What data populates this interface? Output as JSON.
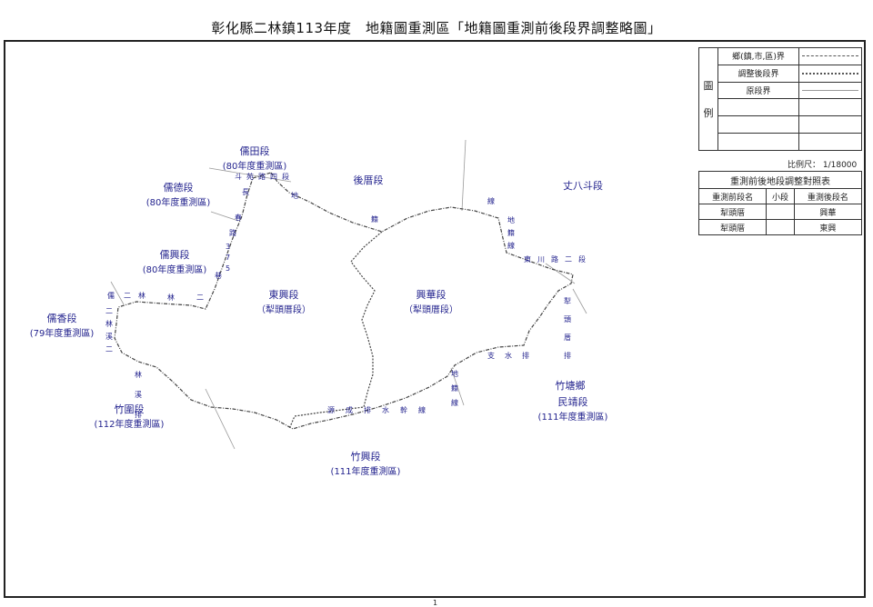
{
  "title": "彰化縣二林鎮113年度　地籍圖重測區「地籍圖重測前後段界調整略圖」",
  "page_number": "1",
  "legend": {
    "heading_top": "圖",
    "heading_bottom": "例",
    "rows": [
      "鄉(鎮,市,區)界",
      "調整後段界",
      "原段界",
      "",
      "",
      ""
    ]
  },
  "scale_text": "比例尺： 1/18000",
  "comparison_table": {
    "title": "重測前後地段調整對照表",
    "headers": [
      "重測前段名",
      "小段",
      "重測後段名"
    ],
    "rows": [
      [
        "犁頭厝",
        "",
        "興華"
      ],
      [
        "犁頭厝",
        "",
        "東興"
      ]
    ]
  },
  "map": {
    "sections": {
      "rutian": {
        "name": "儒田段",
        "sub": "(80年度重測區)"
      },
      "houcuo": {
        "name": "後厝段",
        "sub": ""
      },
      "zhangbadou": {
        "name": "丈八斗段",
        "sub": ""
      },
      "rude": {
        "name": "儒德段",
        "sub": "(80年度重測區)"
      },
      "ruxing": {
        "name": "儒興段",
        "sub": "(80年度重測區)"
      },
      "dongxing": {
        "name": "東興段",
        "sub": "（犁頭厝段）"
      },
      "xinghua": {
        "name": "興華段",
        "sub": "（犁頭厝段）"
      },
      "ruxiang": {
        "name": "儒香段",
        "sub": "(79年度重測區)"
      },
      "zhuwei": {
        "name": "竹圍段",
        "sub": "(112年度重測區)"
      },
      "zhutang": {
        "name": "竹塘鄉",
        "sub": ""
      },
      "minjing": {
        "name": "民靖段",
        "sub": "(111年度重測區)"
      },
      "zhuxing": {
        "name": "竹興段",
        "sub": "(111年度重測區)"
      }
    },
    "roads": {
      "r_doyuan": "斗苑路四段",
      "r_zhang": "長",
      "r_chun": "春",
      "r_lu1": "路",
      "r_num": "375",
      "r_xiang": "巷",
      "r_dijx": "地",
      "r_ji": "籍",
      "r_xian": "線",
      "r_dijx2": "地籍線",
      "r_dongchuan": "東川路二段",
      "r_litoucuo": "犁頭厝排",
      "r_zhishui": "支水排",
      "r_dijx3": "地籍線",
      "r_yuancheng": "源成排水幹線",
      "r_linxi": "林溪排",
      "r_erlin": "二林",
      "r_erlinxi": "二林溪二",
      "r_ru": "儒",
      "r_linr": "林二"
    }
  }
}
